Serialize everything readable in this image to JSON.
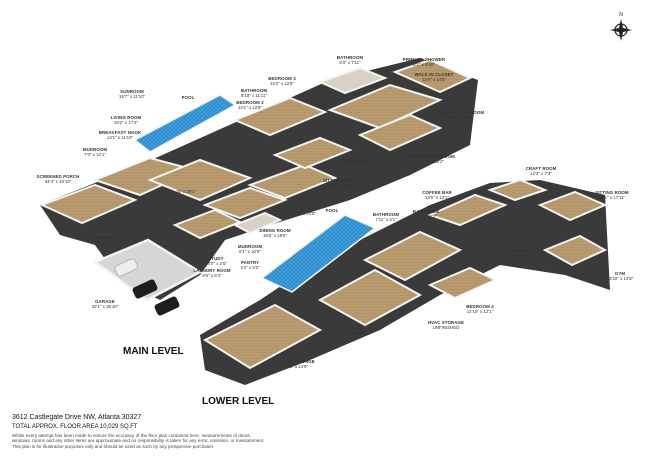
{
  "levels": {
    "main": "MAIN LEVEL",
    "lower": "LOWER LEVEL"
  },
  "compass": {
    "north": "N"
  },
  "rooms": {
    "bathroom_top": {
      "name": "BATHROOM",
      "dims": "8'3\" x 7'11\""
    },
    "primary_shower": {
      "name": "PRIMARY SHOWER",
      "dims": "6'1\" x 8'10\""
    },
    "walk_in_closet": {
      "name": "WALK IN CLOSET",
      "dims": "12'4\" x 14'5\""
    },
    "primary_bathroom": {
      "name": "PRIMARY BATHROOM",
      "dims": "17'0\" x 23'5\""
    },
    "primary_bedroom": {
      "name": "PRIMARY BEDROOM",
      "dims": "21'6\" x 25'2\""
    },
    "bedroom3": {
      "name": "BEDROOM 3",
      "dims": "14'3\" x 12'8\""
    },
    "bathroom_b": {
      "name": "BATHROOM",
      "dims": "8'10\" x 11'11\""
    },
    "bedroom2": {
      "name": "BEDROOM 2",
      "dims": "14'1\" x 12'8\""
    },
    "sunroom": {
      "name": "SUNROOM",
      "dims": "19'7\" x 11'10\""
    },
    "pool_main": {
      "name": "POOL",
      "dims": ""
    },
    "living_room": {
      "name": "LIVING ROOM",
      "dims": "19'2\" x 17'2\""
    },
    "breakfast_nook": {
      "name": "BREAKFAST NOOK",
      "dims": "13'1\" x 11'10\""
    },
    "mudroom_a": {
      "name": "MUDROOM",
      "dims": "7'0\" x 12'1\""
    },
    "screened_porch": {
      "name": "SCREENED PORCH",
      "dims": "34'4\" x 18'10\""
    },
    "bedroom5": {
      "name": "BEDROOM 5",
      "dims": ""
    },
    "sitting_area": {
      "name": "SITTING AREA",
      "dims": "22'9\" x 14'8\""
    },
    "foyer": {
      "name": "FOYER",
      "dims": "27'0\" x 14'8\""
    },
    "bathroom_main": {
      "name": "BATHROOM",
      "dims": "7'6\" x 7'10\""
    },
    "dining_room": {
      "name": "DINING ROOM",
      "dims": "16'5\" x 19'5\""
    },
    "mudroom_b": {
      "name": "MUDROOM",
      "dims": "6'1\" x 10'9\""
    },
    "pantry": {
      "name": "PANTRY",
      "dims": "3'4\" x 6'2\""
    },
    "study": {
      "name": "STUDY",
      "dims": "14'0\" x 2'5\""
    },
    "laundry": {
      "name": "LAUNDRY ROOM",
      "dims": "8'6\" x 9'3\""
    },
    "garage": {
      "name": "GARAGE",
      "dims": "22'1\" x 35'10\""
    },
    "kitchen_dim": {
      "name": "",
      "dims": "18' x 28'1\""
    },
    "pool_lower": {
      "name": "POOL",
      "dims": ""
    },
    "bathroom_lower1": {
      "name": "BATHROOM",
      "dims": "7'11\" x 6'1\""
    },
    "coffee_bar": {
      "name": "COFFEE BAR",
      "dims": "13'5\" x 13'1\""
    },
    "bathroom_lower2": {
      "name": "BATHROOM",
      "dims": "8'7\" x 12'1\""
    },
    "craft_room": {
      "name": "CRAFT ROOM",
      "dims": "12'3\" x 7'3\""
    },
    "sitting_room": {
      "name": "SITTING ROOM",
      "dims": "18'1\" x 17'11\""
    },
    "bathroom_lower3": {
      "name": "BATHROOM",
      "dims": "7'3\" x 7'1\""
    },
    "gym": {
      "name": "GYM",
      "dims": "23'10\" x 14'8\""
    },
    "bedroom4": {
      "name": "BEDROOM 4",
      "dims": "14'10\" x 12'1\""
    },
    "hvac": {
      "name": "HVAC STORAGE",
      "dims": "UNFINISHED"
    },
    "theater": {
      "name": "THEATER",
      "dims": "31'11\" x 23'3\""
    },
    "lower_lounge": {
      "name": "LOWER LOUNGE",
      "dims": "31'8\" x 14'9\""
    }
  },
  "footer": {
    "address": "3612 Castlegate Drive NW, Atlanta 30327",
    "total_area": "TOTAL APPROX. FLOOR AREA 10,029 SQ.FT",
    "disclaimer": [
      "Whilst every attempt has been made to ensure the accuracy of the floor plan contained here, measurements of doors,",
      "windows, rooms and any other items are approximate and no responsibility is taken for any error, omission, or misstatement.",
      "This plan is for illustrative purposes only and should be used as such by any prospective purchaser."
    ]
  },
  "colors": {
    "floor_wood": "#b79a6e",
    "floor_light": "#d8d2c6",
    "wall": "#f4f4f2",
    "wall_dark": "#2a2a2a",
    "pool": "#2e8fd0",
    "garage_floor": "#d6d6d6"
  }
}
